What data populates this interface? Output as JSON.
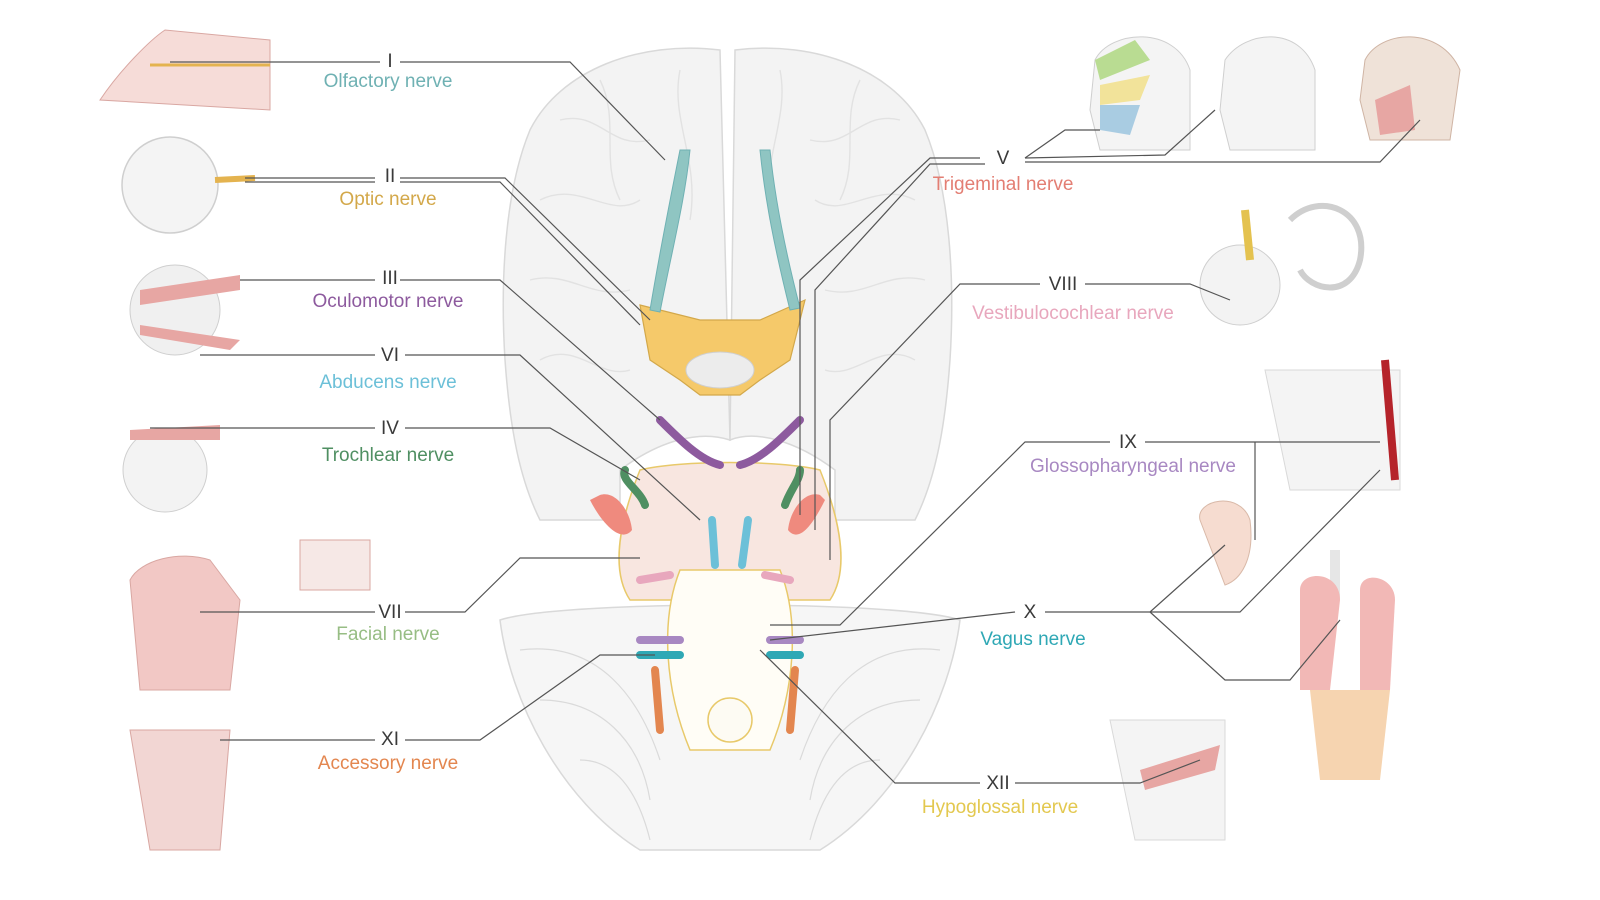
{
  "nerves": [
    {
      "numeral": "I",
      "name": "Olfactory nerve",
      "color": "#6fb1b3"
    },
    {
      "numeral": "II",
      "name": "Optic nerve",
      "color": "#d3a84a"
    },
    {
      "numeral": "III",
      "name": "Oculomotor nerve",
      "color": "#8d5a9e"
    },
    {
      "numeral": "VI",
      "name": "Abducens nerve",
      "color": "#6cc0d8"
    },
    {
      "numeral": "IV",
      "name": "Trochlear nerve",
      "color": "#4f8f62"
    },
    {
      "numeral": "VII",
      "name": "Facial nerve",
      "color": "#97bd84"
    },
    {
      "numeral": "XI",
      "name": "Accessory nerve",
      "color": "#e3864f"
    },
    {
      "numeral": "V",
      "name": "Trigeminal nerve",
      "color": "#e37e73"
    },
    {
      "numeral": "VIII",
      "name": "Vestibulocochlear nerve",
      "color": "#e8a7bd"
    },
    {
      "numeral": "IX",
      "name": "Glossopharyngeal nerve",
      "color": "#a888c2"
    },
    {
      "numeral": "X",
      "name": "Vagus nerve",
      "color": "#2fa8b5"
    },
    {
      "numeral": "XII",
      "name": "Hypoglossal nerve",
      "color": "#e3c84f"
    }
  ]
}
